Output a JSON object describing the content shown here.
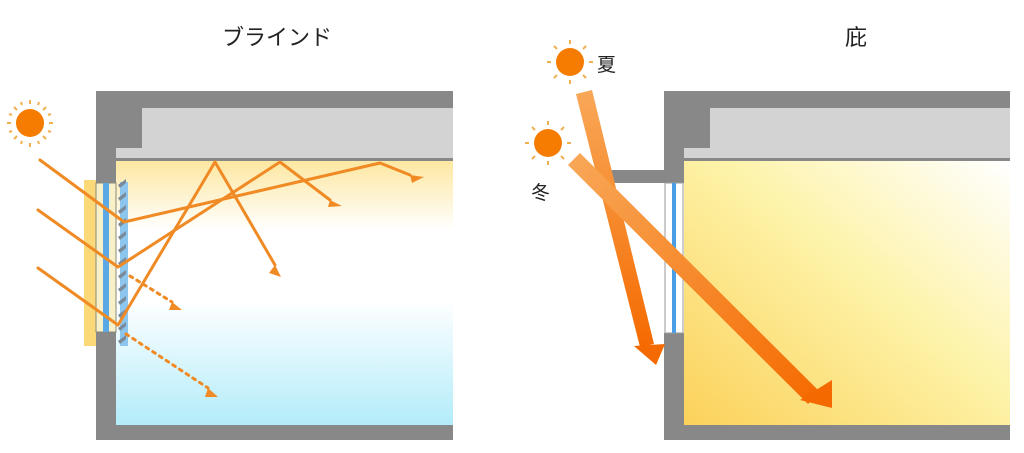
{
  "panels": {
    "blind": {
      "title": "ブラインド"
    },
    "eave": {
      "title": "庇",
      "summer_label": "夏",
      "winter_label": "冬"
    }
  },
  "colors": {
    "wall": "#888888",
    "ceiling": "#d3d3d3",
    "ray": "#f08a24",
    "sun": "#f57c00",
    "glass": "#5aa8e6",
    "warm": "#fde18a",
    "cool": "#b6ecfa"
  }
}
